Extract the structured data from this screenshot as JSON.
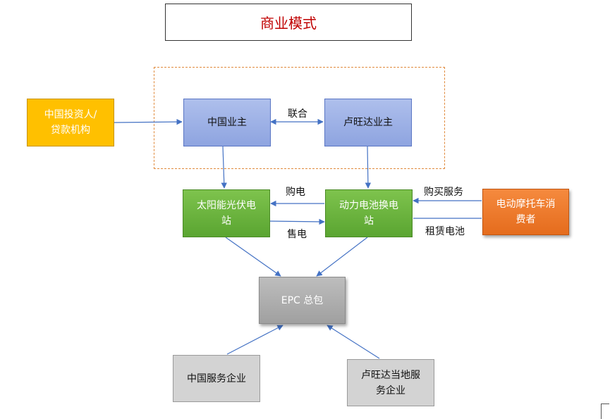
{
  "title": "商业模式",
  "nodes": {
    "investor_line1": "中国投资人/",
    "investor_line2": "贷款机构",
    "china_owner": "中国业主",
    "rwanda_owner": "卢旺达业主",
    "solar_line1": "太阳能光伏电",
    "solar_line2": "站",
    "battery_line1": "动力电池换电",
    "battery_line2": "站",
    "consumer_line1": "电动摩托车消",
    "consumer_line2": "费者",
    "epc": "EPC 总包",
    "china_service": "中国服务企业",
    "rwanda_service_line1": "卢旺达当地服",
    "rwanda_service_line2": "务企业"
  },
  "edge_labels": {
    "alliance": "联合",
    "buy_power": "购电",
    "sell_power": "售电",
    "buy_service": "购买服务",
    "rent_battery": "租赁电池"
  },
  "colors": {
    "title_text": "#c00000",
    "dashed_border": "#e08a3c",
    "arrow": "#4472c4"
  }
}
